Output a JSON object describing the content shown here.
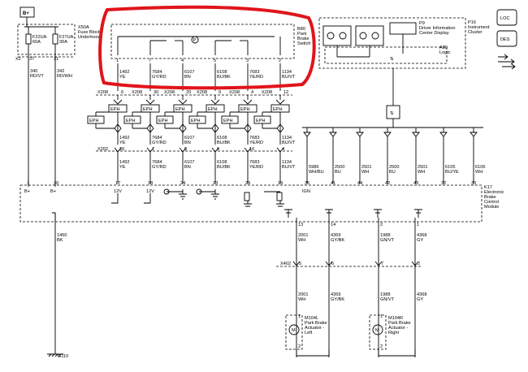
{
  "components": {
    "bplus_box": "B+",
    "fuse_block": {
      "id": "X50A",
      "name": "Fuse Block",
      "loc": "Underhood",
      "fuses": [
        {
          "id": "F22UA",
          "rating": "60A"
        },
        {
          "id": "F27UA",
          "rating": "30A"
        }
      ],
      "conn": "X2",
      "pins": [
        "37",
        "31"
      ],
      "wires": [
        {
          "num": "340",
          "color": "RD/VT"
        },
        {
          "num": "342",
          "color": "RD/WH"
        }
      ]
    },
    "switch": {
      "id": "B80",
      "name": "Park",
      "name2": "Brake",
      "name3": "Switch"
    },
    "cluster": {
      "id": "P16",
      "name": "Instrument",
      "name2": "Cluster"
    },
    "dic": {
      "id": "P9",
      "name": "Driver Information",
      "name2": "Center Display"
    },
    "logic": {
      "id": "A80",
      "name": "Logic"
    },
    "ebcm": {
      "id": "K17",
      "name": "Electronic",
      "name2": "Brake",
      "name3": "Control",
      "name4": "Module"
    },
    "ground_top": {
      "num": "1450",
      "color": "BK"
    },
    "ground": "G110",
    "actuator_left": {
      "id": "M104L",
      "l1": "Park Brake",
      "l2": "Actuator -",
      "l3": "Left"
    },
    "actuator_right": {
      "id": "M104R",
      "l1": "Park Brake",
      "l2": "Actuator -",
      "l3": "Right"
    },
    "motor": "M"
  },
  "switch_pins": [
    "1",
    "7",
    "4",
    "5",
    "3",
    "2"
  ],
  "switch_wires": [
    {
      "num": "1492",
      "color": "YE"
    },
    {
      "num": "7684",
      "color": "GY/RD"
    },
    {
      "num": "6107",
      "color": "BN"
    },
    {
      "num": "6108",
      "color": "BU/BK"
    },
    {
      "num": "7683",
      "color": "YE/RD"
    },
    {
      "num": "1134",
      "color": "BU/VT"
    }
  ],
  "x208": {
    "conn": "X208",
    "pins": [
      "6",
      "30",
      "20",
      "9",
      "4",
      "12"
    ],
    "eph": "EPH",
    "eph_bottom": "EPH"
  },
  "x202": {
    "conn": "X202",
    "pins": [
      "26",
      "7",
      "8",
      "9",
      "10",
      "4"
    ]
  },
  "ebcm_pins_left": [
    "1",
    "30",
    "17",
    "18",
    "24",
    "23",
    "29",
    "19"
  ],
  "ebcm_labels_left": [
    "B+",
    "B+",
    "12V",
    "12V"
  ],
  "ign": "IGN",
  "right_bus_wires": [
    {
      "num": "5986",
      "color": "WH/BU",
      "pin": "35"
    },
    {
      "num": "2500",
      "color": "BU",
      "pin": "41"
    },
    {
      "num": "2501",
      "color": "WH",
      "pin": "44"
    },
    {
      "num": "2500",
      "color": "BU",
      "pin": "42"
    },
    {
      "num": "2501",
      "color": "WH",
      "pin": "43"
    },
    {
      "num": "6105",
      "color": "BU/YE",
      "pin": "32"
    },
    {
      "num": "6106",
      "color": "WH",
      "pin": "33"
    }
  ],
  "actuator_wires_top": [
    {
      "pin": "13",
      "num": "2001",
      "color": "WH"
    },
    {
      "pin": "14",
      "num": "4369",
      "color": "GY/BK"
    },
    {
      "pin": "2",
      "num": "1988",
      "color": "GN/VT"
    },
    {
      "pin": "1",
      "num": "4368",
      "color": "GY"
    }
  ],
  "x402": {
    "conn": "X402",
    "pins": [
      "5",
      "6",
      "7",
      "2"
    ]
  },
  "actuator_wires_bottom": [
    {
      "num": "2001",
      "color": "WH"
    },
    {
      "num": "4369",
      "color": "GY/BK"
    },
    {
      "num": "1988",
      "color": "GN/VT"
    },
    {
      "num": "4368",
      "color": "GY"
    }
  ],
  "actuator_pins": [
    "1",
    "2",
    "1",
    "2"
  ],
  "icons": {
    "loc": "LOC",
    "des": "DES"
  }
}
